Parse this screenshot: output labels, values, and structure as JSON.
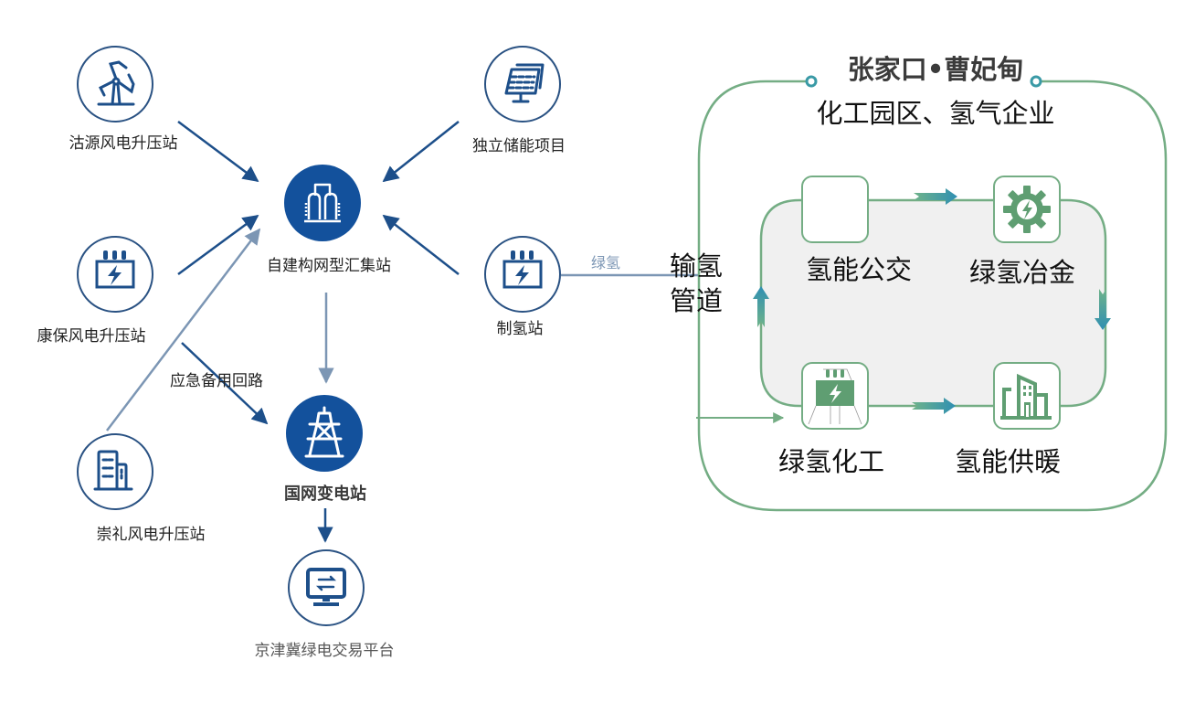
{
  "colors": {
    "navy": "#13519c",
    "navy_outline": "#2a5283",
    "arrow_light": "#7c96b4",
    "green": "#74ad84",
    "teal": "#3a9aa6",
    "panel_bg": "#f0f0f0"
  },
  "left_nodes": {
    "guyuan": {
      "label": "沽源风电升压站",
      "icon": "wind-turbine-icon"
    },
    "storage": {
      "label": "独立储能项目",
      "icon": "solar-panel-icon"
    },
    "kangbao": {
      "label": "康保风电升压站",
      "icon": "transformer-icon"
    },
    "hub": {
      "label": "自建构网型汇集站",
      "icon": "substation-icon"
    },
    "h2plant": {
      "label": "制氢站",
      "icon": "transformer-icon"
    },
    "chongli": {
      "label": "崇礼风电升压站",
      "icon": "building-icon"
    },
    "grid": {
      "label": "国网变电站",
      "icon": "power-tower-icon"
    },
    "trading": {
      "label": "京津冀绿电交易平台",
      "icon": "monitor-exchange-icon"
    }
  },
  "edge_labels": {
    "emergency": "应急备用回路",
    "green_h2": "绿氢"
  },
  "pipeline": {
    "line1": "输氢",
    "line2": "管道"
  },
  "region": {
    "title": "张家口•曹妃甸",
    "subtitle": "化工园区、氢气企业",
    "apps": [
      {
        "label": "氢能公交",
        "icon": "blank-icon"
      },
      {
        "label": "绿氢冶金",
        "icon": "gear-bolt-icon"
      },
      {
        "label": "绿氢化工",
        "icon": "chemical-power-icon"
      },
      {
        "label": "氢能供暖",
        "icon": "buildings-icon"
      }
    ]
  }
}
